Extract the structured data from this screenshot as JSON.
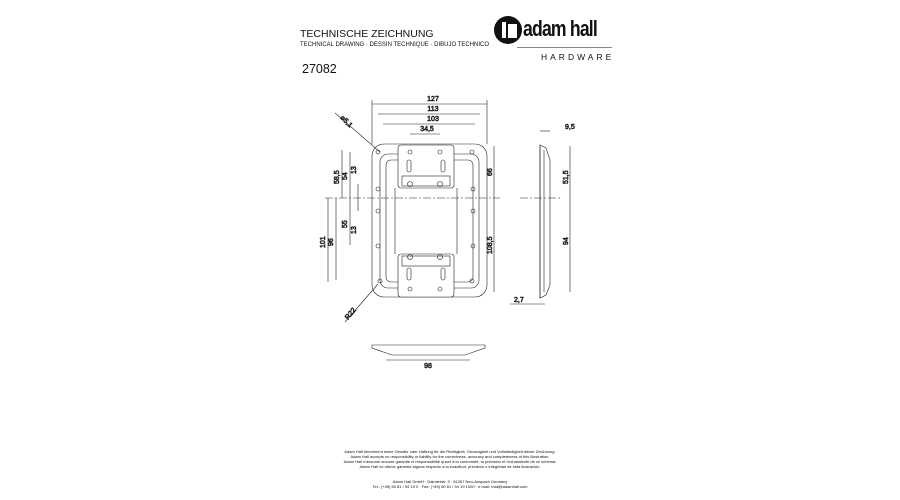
{
  "header": {
    "title": "TECHNISCHE ZEICHNUNG",
    "subtitle": "TECHNICAL DRAWING · DESSIN TECHNIQUE · DIBUJO TECHNICO",
    "part_number": "27082"
  },
  "logo": {
    "brand": "adam hall",
    "division": "HARDWARE"
  },
  "dimensions": {
    "w127": "127",
    "w113": "113",
    "w103": "103",
    "w34_5": "34,5",
    "hole": "⌀5,1",
    "h58_5": "58,5",
    "h54": "54",
    "h13a": "13",
    "h55": "55",
    "h13b": "13",
    "h101": "101",
    "h96": "96",
    "h66": "66",
    "h108_5": "108,5",
    "radius": "R22",
    "side9_5": "9,5",
    "side51_5": "51,5",
    "side94": "94",
    "side2_7": "2,7",
    "bottom98": "98"
  },
  "footer": {
    "disclaimer": [
      "Adam Hall übernimmt keine Gewähr oder Haftung für die Richtigkeit, Genauigkeit und Vollständigkeit dieser Zeichnung.",
      "Adam Hall accepts no responsibility or liability for the correctness, accuracy and completeness of this illustration.",
      "Adam Hall n'assume aucune garantie ni responsabilité quant à la conformité, la précision et l'exhaustivité de ce schéma.",
      "Adam Hall no ofrece garantía alguna respecto a la exactitud, precisión o integridad de esta ilustración."
    ],
    "address": "Adam Hall GmbH · Daimlerstr. 9 · 61267 Neu-Anspach Germany",
    "contact": "Tel.: (+49) 60 81 / 94 19 0 · Fax: (+49) 60 81 / 94 19 1000 · e-mail: mail@adamhall.com"
  }
}
